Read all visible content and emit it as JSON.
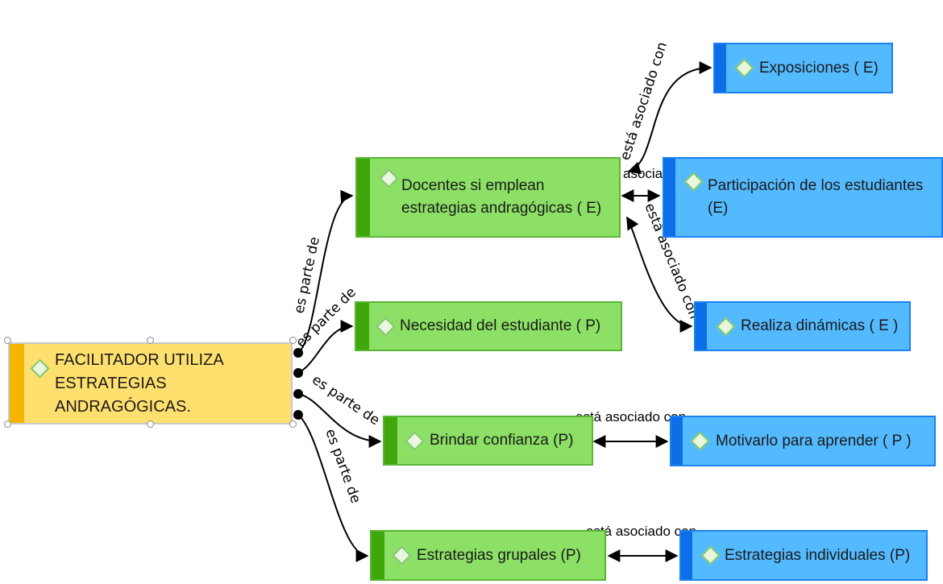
{
  "nodes": {
    "root": {
      "label": "FACILITADOR UTILIZA ESTRATEGIAS ANDRAGÓGICAS."
    },
    "docentes": {
      "label": "Docentes si emplean estrategias andragógicas ( E)"
    },
    "necesidad": {
      "label": "Necesidad del estudiante ( P)"
    },
    "brindar": {
      "label": "Brindar confianza (P)"
    },
    "grupales": {
      "label": "Estrategias  grupales  (P)"
    },
    "exposiciones": {
      "label": "Exposiciones ( E)"
    },
    "participacion": {
      "label": "Participación de los estudiantes (E)"
    },
    "realiza": {
      "label": "Realiza dinámicas ( E )"
    },
    "motivarlo": {
      "label": "Motivarlo para aprender ( P )"
    },
    "individuales": {
      "label": "Estrategias individuales (P)"
    }
  },
  "relations": {
    "es_parte_de": "es parte de",
    "esta_asociado_con": "está asociado con",
    "asociad_partial": "asociad"
  },
  "colors": {
    "green_fill": "#8ce065",
    "green_stripe": "#3fa70c",
    "blue_fill": "#54baff",
    "blue_stripe": "#0d6fe8",
    "yellow_fill": "#ffe06e",
    "yellow_stripe": "#f4b400"
  }
}
